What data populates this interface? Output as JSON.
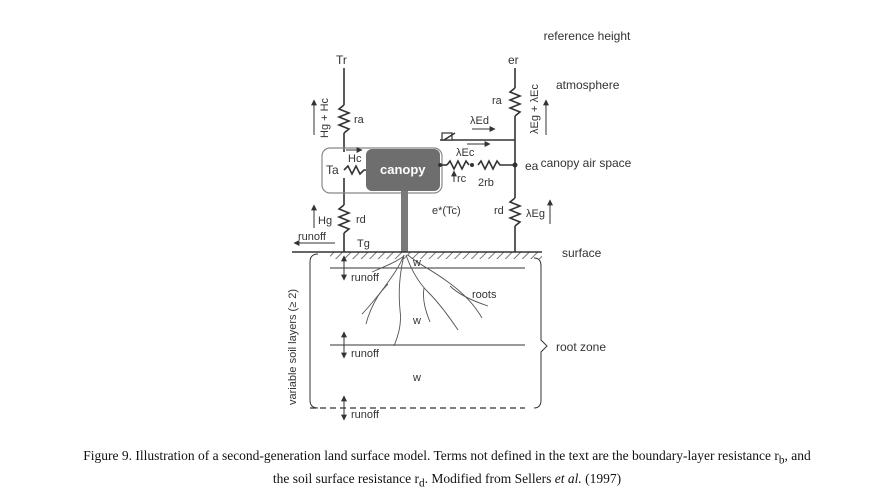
{
  "diagram": {
    "labels": {
      "t_r": "Tr",
      "e_r": "er",
      "reference_height": "reference height",
      "atmosphere": "atmosphere",
      "canopy_air_space": "canopy air space",
      "surface": "surface",
      "root_zone": "root zone",
      "canopy": "canopy",
      "flux_sensible_total": "Hg + Hc",
      "flux_latent_total": "λEg + λEc",
      "r_a_left": "ra",
      "r_a_right": "ra",
      "lambda_e_d": "λEd",
      "lambda_e_c": "λEc",
      "h_c": "Hc",
      "t_a": "Ta",
      "e_a": "ea",
      "r_c": "rc",
      "two_r_b": "2rb",
      "e_star_tc": "e*(Tc)",
      "h_g": "Hg",
      "r_d_left": "rd",
      "r_d_right": "rd",
      "lambda_e_g": "λEg",
      "runoff_surface": "runoff",
      "t_g": "Tg",
      "w_surface": "w",
      "runoff_layer1": "runoff",
      "roots": "roots",
      "w_layer2": "w",
      "runoff_layer2": "runoff",
      "w_layer3": "w",
      "runoff_bottom": "runoff",
      "variable_soil_layers": "variable soil layers (≥ 2)"
    }
  },
  "caption": {
    "line1": "Figure 9. Illustration of a second-generation land surface model. Terms not defined in the text are the boundary-layer resistance r",
    "line1_sub": "b",
    "line1_end": ", and",
    "line2_start": "the soil surface resistance r",
    "line2_sub": "d",
    "line2_mid": ". Modified from Sellers ",
    "line2_italic": "et al.",
    "line2_end": " (1997)"
  }
}
